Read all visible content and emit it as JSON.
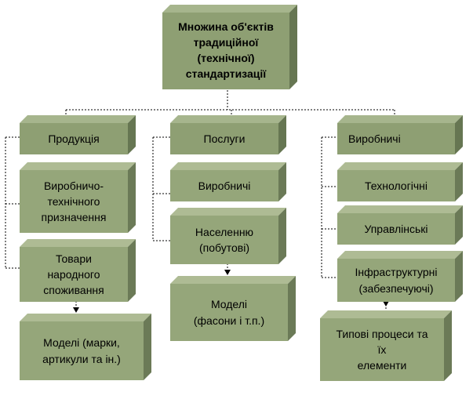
{
  "root": {
    "label_lines": [
      "Множина  об'єктів",
      "традиційної",
      "(технічної)",
      "стандартизації"
    ]
  },
  "columns": [
    {
      "category": "Продукція",
      "children": [
        {
          "label_lines": [
            "Виробничо-",
            "технічного",
            "призначення"
          ]
        },
        {
          "label_lines": [
            "Товари",
            "народного",
            "споживання"
          ]
        }
      ],
      "model": {
        "label_lines": [
          "Моделі (марки,",
          "артикули   та ін.)"
        ]
      }
    },
    {
      "category": "Послуги",
      "children": [
        {
          "label_lines": [
            "Виробничі"
          ]
        },
        {
          "label_lines": [
            "Населенню",
            "(побутові)"
          ]
        }
      ],
      "model": {
        "label_lines": [
          "Моделі",
          "(фасони і т.п.)"
        ]
      }
    },
    {
      "category": "Виробничі",
      "children": [
        {
          "label_lines": [
            "Технологічні"
          ]
        },
        {
          "label_lines": [
            "Управлінські"
          ]
        },
        {
          "label_lines": [
            "Інфраструктурні",
            "(забезпечуючі)"
          ]
        }
      ],
      "model": {
        "label_lines": [
          "Типові процеси та їх",
          "елементи"
        ]
      }
    }
  ],
  "colors": {
    "box_front": "#8e9f73",
    "box_top": "#a6b58d",
    "box_side": "#667652",
    "connector": "#000000"
  }
}
